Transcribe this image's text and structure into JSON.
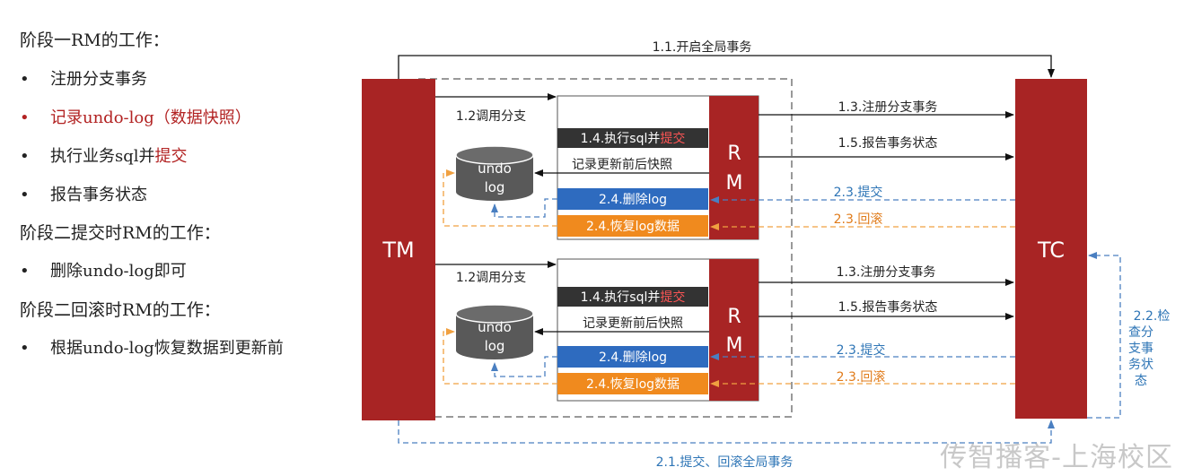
{
  "left_panel": {
    "phase1_title": "阶段一RM的工作：",
    "phase1_items": [
      {
        "text": "注册分支事务"
      },
      {
        "text": "记录undo-log（数据快照）"
      },
      {
        "text_pre": "执行业务sql并",
        "text_hl": "提交"
      },
      {
        "text": "报告事务状态"
      }
    ],
    "phase2_commit_title": "阶段二提交时RM的工作：",
    "phase2_commit_items": [
      "删除undo-log即可"
    ],
    "phase2_rollback_title": "阶段二回滚时RM的工作：",
    "phase2_rollback_items": [
      "根据undo-log恢复数据到更新前"
    ]
  },
  "diagram": {
    "tm_label": "TM",
    "tc_label": "TC",
    "rm_label_top": "R",
    "rm_label_bottom": "M",
    "undo_log_top": "undo",
    "undo_log_bottom": "log",
    "start_global": "1.1.开启全局事务",
    "call_branch": "1.2调用分支",
    "register_branch": "1.3.注册分支事务",
    "exec_sql_pre": "1.4.执行sql并",
    "exec_sql_hl": "提交",
    "report_status": "1.5.报告事务状态",
    "record_snapshot": "记录更新前后快照",
    "delete_log": "2.4.删除log",
    "restore_log": "2.4.恢复log数据",
    "commit": "2.3.提交",
    "rollback": "2.3.回滚",
    "check_branch_lines": [
      "2.2.检",
      "查分",
      "支事",
      "务状",
      "态"
    ],
    "global_commit_rollback": "2.1.提交、回滚全局事务"
  },
  "watermark": "传智播客-上海校区",
  "colors": {
    "dark_red": "#a82424",
    "blue_box": "#2e6bbf",
    "orange_box": "#f08a1e",
    "dark_box": "#333333",
    "db_gray": "#595959",
    "blue_dash": "#4a7fc1",
    "orange_dash": "#f0a040",
    "label_blue": "#2e75b6",
    "label_orange": "#e07b1a"
  }
}
